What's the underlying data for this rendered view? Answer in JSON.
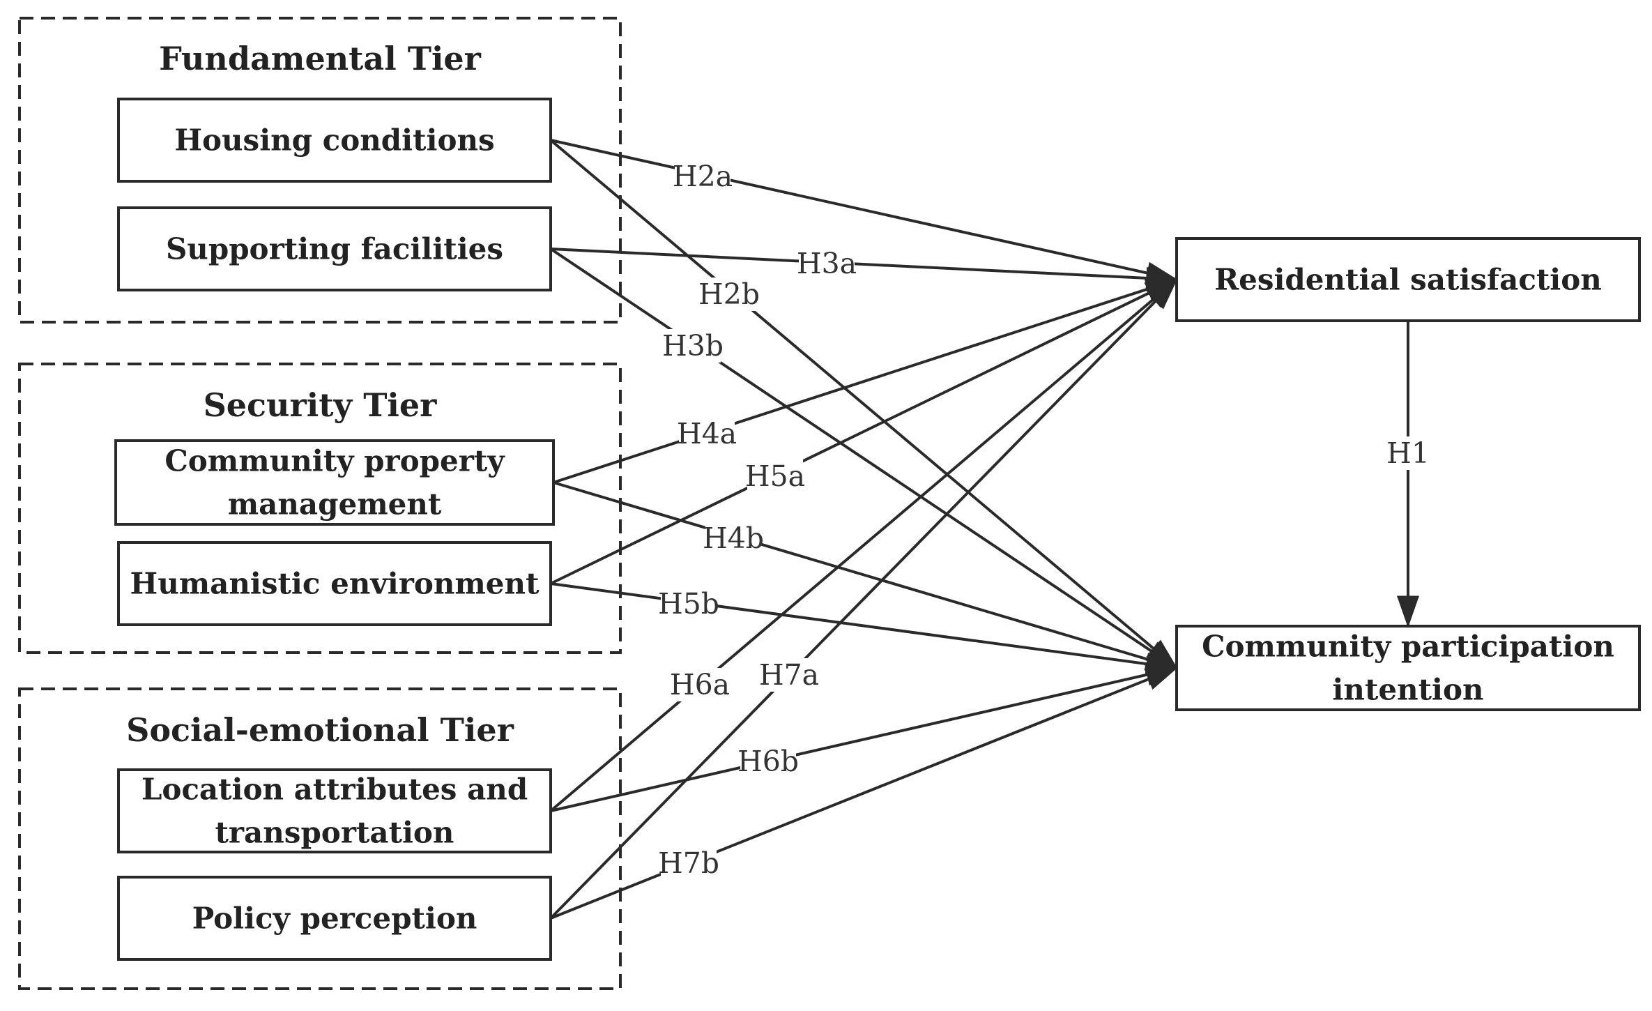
{
  "tiers": [
    {
      "id": "fundamental",
      "title": "Fundamental Tier"
    },
    {
      "id": "security",
      "title": "Security Tier"
    },
    {
      "id": "social",
      "title": "Social-emotional Tier"
    }
  ],
  "nodes": {
    "housing": {
      "lines": [
        "Housing conditions"
      ]
    },
    "supporting": {
      "lines": [
        "Supporting facilities"
      ]
    },
    "property": {
      "lines": [
        "Community property",
        "management"
      ]
    },
    "humanistic": {
      "lines": [
        "Humanistic environment"
      ]
    },
    "location": {
      "lines": [
        "Location attributes and",
        "transportation"
      ]
    },
    "policy": {
      "lines": [
        "Policy perception"
      ]
    },
    "satisfaction": {
      "lines": [
        "Residential satisfaction"
      ]
    },
    "participation": {
      "lines": [
        "Community participation",
        "intention"
      ]
    }
  },
  "edges": [
    {
      "from": "housing",
      "to": "satisfaction",
      "label": "H2a"
    },
    {
      "from": "housing",
      "to": "participation",
      "label": "H2b"
    },
    {
      "from": "supporting",
      "to": "satisfaction",
      "label": "H3a"
    },
    {
      "from": "supporting",
      "to": "participation",
      "label": "H3b"
    },
    {
      "from": "property",
      "to": "satisfaction",
      "label": "H4a"
    },
    {
      "from": "property",
      "to": "participation",
      "label": "H4b"
    },
    {
      "from": "humanistic",
      "to": "satisfaction",
      "label": "H5a"
    },
    {
      "from": "humanistic",
      "to": "participation",
      "label": "H5b"
    },
    {
      "from": "location",
      "to": "satisfaction",
      "label": "H6a"
    },
    {
      "from": "location",
      "to": "participation",
      "label": "H6b"
    },
    {
      "from": "policy",
      "to": "satisfaction",
      "label": "H7a"
    },
    {
      "from": "policy",
      "to": "participation",
      "label": "H7b"
    },
    {
      "from": "satisfaction",
      "to": "participation",
      "label": "H1"
    }
  ]
}
